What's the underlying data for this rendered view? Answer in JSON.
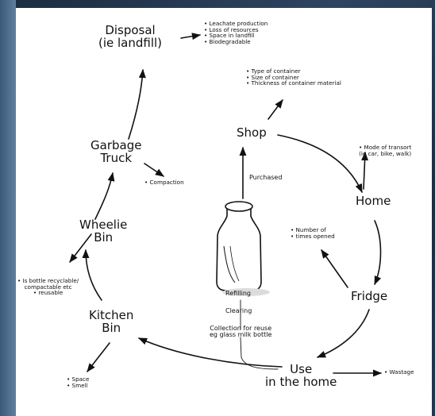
{
  "nodes": {
    "disposal": [
      "Disposal",
      "(ie landfill)"
    ],
    "shop": "Shop",
    "home": "Home",
    "fridge": "Fridge",
    "use": [
      "Use",
      "in the home"
    ],
    "kitchen_bin": [
      "Kitchen",
      "Bin"
    ],
    "wheelie_bin": [
      "Wheelie",
      "Bin"
    ],
    "garbage_truck": [
      "Garbage",
      "Truck"
    ]
  },
  "notes": {
    "disposal": [
      "Leachate production",
      "Loss of resources",
      "Space in landfill",
      "Biodegradable"
    ],
    "shop": [
      "Type of container",
      "Size of container",
      "Thickness of container material"
    ],
    "home": [
      "Mode of transort",
      "(ie car, bike, walk)"
    ],
    "fridge": [
      "Number of",
      "times opened"
    ],
    "use": [
      "Wastage"
    ],
    "kitchen_bin": [
      "Space",
      "Smell"
    ],
    "wheelie_bin": [
      "Is bottle recyclable/",
      "compactable etc",
      "reusable"
    ],
    "garbage_truck": [
      "Compaction"
    ]
  },
  "center": {
    "purchased": "Purchased",
    "refilling": "Refilling",
    "clearing": "Clearing",
    "collection": [
      "Collection for reuse",
      "eg glass milk bottle"
    ]
  },
  "colors": {
    "ink": "#111111",
    "background": "#ffffff",
    "frame": "#2e4560"
  }
}
